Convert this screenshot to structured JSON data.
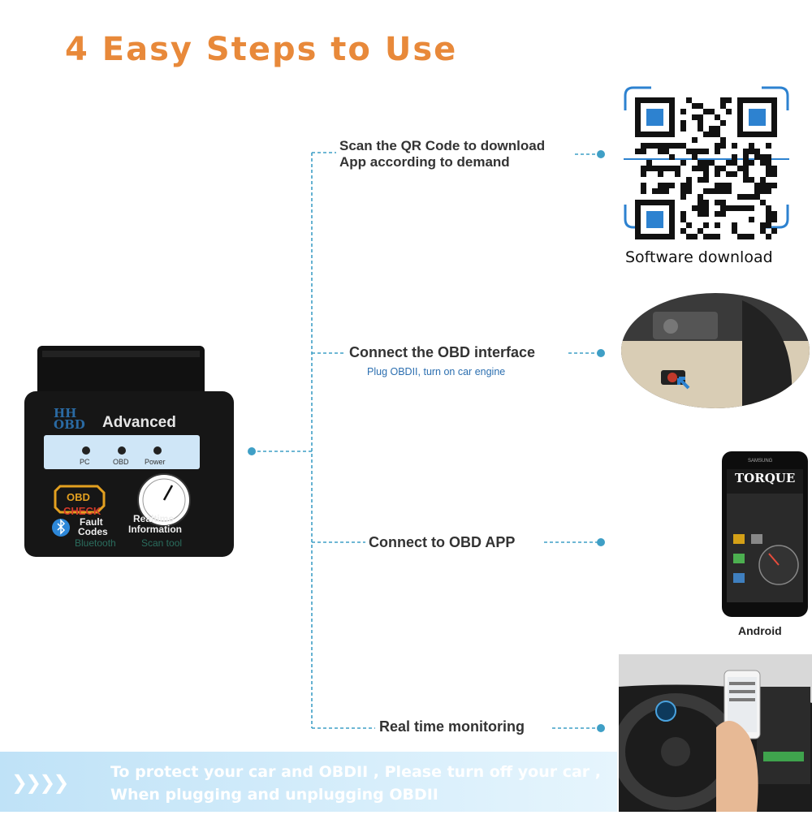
{
  "title": "4 Easy Steps to Use",
  "colors": {
    "title": "#e8893a",
    "connector": "#3f9fc6",
    "banner": "#bfe2f7"
  },
  "steps": [
    {
      "text_line1": "Scan the QR Code to download",
      "text_line2": "App according to demand"
    },
    {
      "text": "Connect the OBD interface",
      "subtext": "Plug OBDII, turn on car engine"
    },
    {
      "text": "Connect to OBD APP"
    },
    {
      "text": "Real time monitoring"
    }
  ],
  "qr": {
    "caption": "Software download"
  },
  "phone": {
    "app_name": "TORQUE",
    "brand": "SAMSUNG",
    "label": "Android"
  },
  "device": {
    "brand": "HH OBD",
    "title": "Advanced",
    "leds": [
      "PC",
      "OBD",
      "Power"
    ],
    "engine_label": "OBD",
    "check_label": "CHECK",
    "fault_label_1": "Fault",
    "fault_label_2": "Codes",
    "realtime_1": "Realtime",
    "realtime_2": "Information",
    "bluetooth_text": "Bluetooth",
    "scan_text": "Scan tool"
  },
  "banner": {
    "line1": "To protect your car and OBDII , Please turn off your car ,",
    "line2": "When plugging and unplugging OBDII"
  }
}
